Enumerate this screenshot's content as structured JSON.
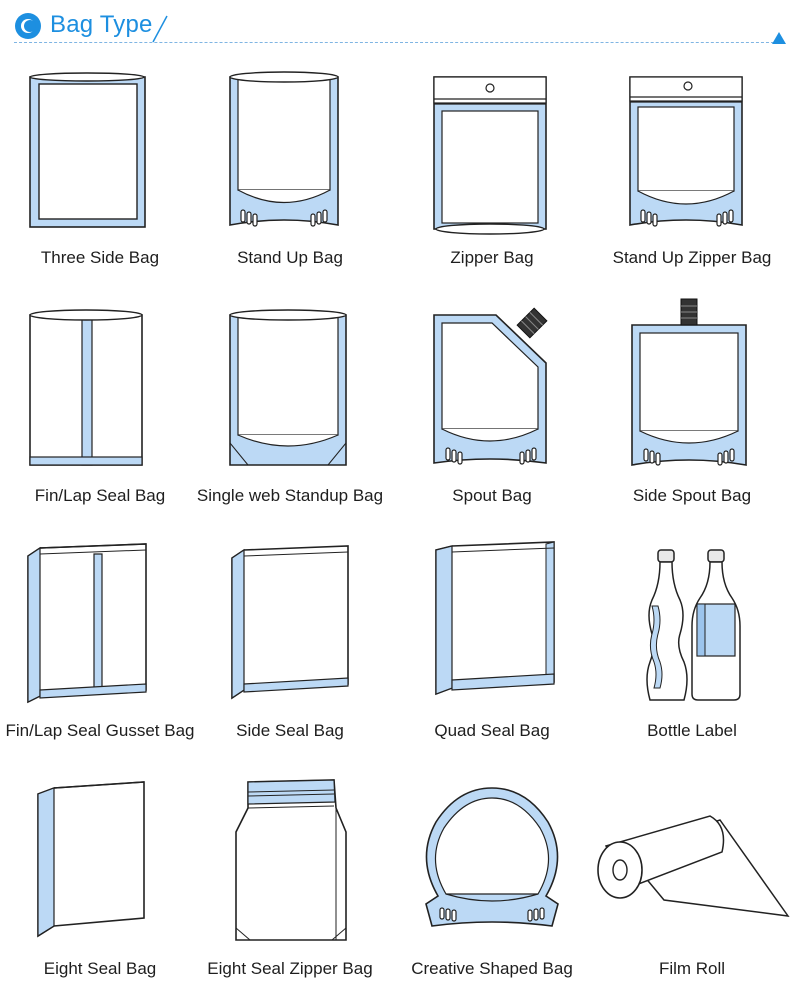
{
  "header": {
    "title": "Bag Type"
  },
  "colors": {
    "accent": "#1d8fe0",
    "bag_fill": "#bcd9f5",
    "outline": "#222222"
  },
  "items": [
    {
      "label": "Three Side Bag"
    },
    {
      "label": "Stand Up Bag"
    },
    {
      "label": "Zipper Bag"
    },
    {
      "label": "Stand Up Zipper Bag"
    },
    {
      "label": "Fin/Lap Seal Bag"
    },
    {
      "label": "Single web Standup Bag"
    },
    {
      "label": "Spout Bag"
    },
    {
      "label": "Side Spout Bag"
    },
    {
      "label": "Fin/Lap Seal Gusset Bag"
    },
    {
      "label": "Side Seal Bag"
    },
    {
      "label": "Quad Seal Bag"
    },
    {
      "label": "Bottle Label"
    },
    {
      "label": "Eight Seal Bag"
    },
    {
      "label": "Eight Seal Zipper Bag"
    },
    {
      "label": "Creative Shaped Bag"
    },
    {
      "label": "Film Roll"
    }
  ]
}
